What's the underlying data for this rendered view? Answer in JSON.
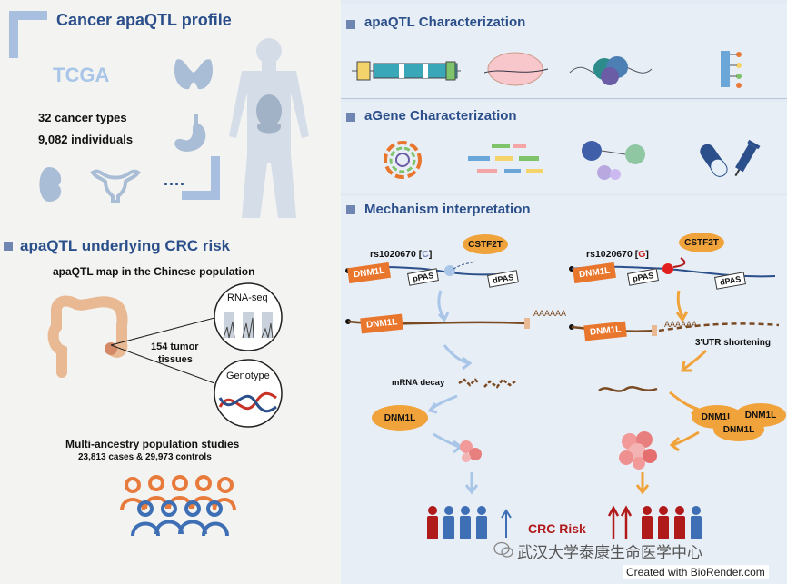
{
  "left": {
    "title": "Cancer apaQTL profile",
    "tcga": "TCGA",
    "stat1": "32 cancer types",
    "stat2": "9,082 individuals",
    "ellipsis": "....",
    "section2_title": "apaQTL underlying CRC risk",
    "map_title": "apaQTL map in the Chinese population",
    "rnaseq": "RNA-seq",
    "genotype": "Genotype",
    "tumor_line1": "154 tumor",
    "tumor_line2": "tissues",
    "multi_title": "Multi-ancestry population studies",
    "cases": "23,813 cases & 29,973 controls"
  },
  "right": {
    "sec1": "apaQTL Characterization",
    "sec2": "aGene Characterization",
    "sec3": "Mechanism interpretation",
    "snp_left": "rs1020670",
    "allele_left": "C",
    "snp_right": "rs1020670",
    "allele_right": "G",
    "cstf2t": "CSTF2T",
    "dnm1l": "DNM1L",
    "ppas": "pPAS",
    "dpas": "dPAS",
    "polya": "AAAAAA",
    "utr": "3'UTR shortening",
    "mrna_decay": "mRNA decay",
    "crc_risk": "CRC Risk"
  },
  "footer": {
    "watermark": "武汉大学泰康生命医学中心",
    "credit": "Created with BioRender.com"
  },
  "colors": {
    "header_blue": "#2b4f8a",
    "dnm1l_orange": "#e8762d",
    "cstf2t_orange": "#f0a23b",
    "risk_red": "#b01a1a",
    "people_blue": "#3e6fb5"
  }
}
